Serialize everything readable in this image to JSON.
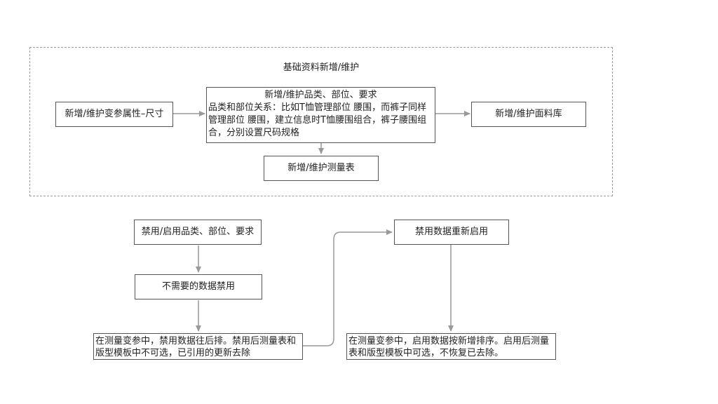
{
  "group": {
    "title": "基础资料新增/维护"
  },
  "nodes": {
    "size_attr": "新增/维护变参属性–尺寸",
    "category": {
      "heading": "新增/维护品类、部位、要求",
      "body": "品类和部位关系：比如T恤管理部位 腰围，而裤子同样管理部位 腰围，建立信息时T恤腰围组合，裤子腰围组合，分别设置尺码规格"
    },
    "fabric_lib": "新增/维护面料库",
    "measure_table": "新增/维护测量表",
    "toggle_category": "禁用/启用品类、部位、要求",
    "disable_unused": "不需要的数据禁用",
    "disabled_effect": "在测量变参中，禁用数据往后排。禁用后测量表和版型模板中不可选，已引用的更新去除",
    "reenable": "禁用数据重新启用",
    "enabled_effect": "在测量变参中，启用数据按新增排序。启用后测量表和版型模板中可选，不恢复已去除。"
  },
  "colors": {
    "edge": "#999999",
    "box_border": "#555555",
    "frame_border": "#9a9a9a"
  }
}
